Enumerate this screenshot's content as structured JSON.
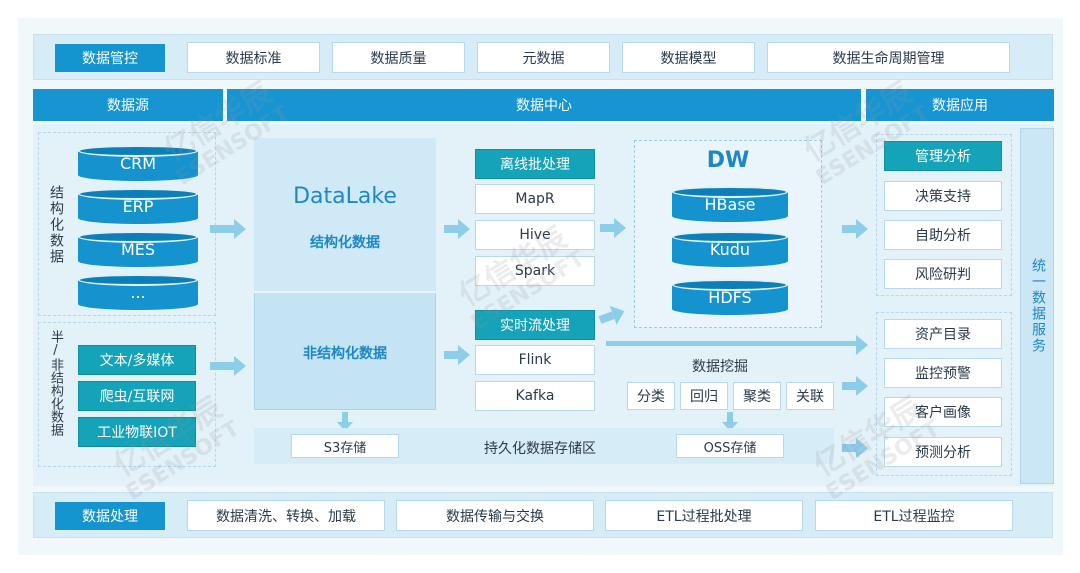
{
  "governance": {
    "tag": "数据管控",
    "items": [
      "数据标准",
      "数据质量",
      "元数据",
      "数据模型",
      "数据生命周期管理"
    ]
  },
  "headers": {
    "source": "数据源",
    "center": "数据中心",
    "app": "数据应用"
  },
  "sources": {
    "structured_label": "结构化数据",
    "structured_items": [
      "CRM",
      "ERP",
      "MES",
      "..."
    ],
    "semi_label": "半/非结构化数据",
    "semi_items": [
      "文本/多媒体",
      "爬虫/互联网",
      "工业物联IOT"
    ]
  },
  "datalake": {
    "title": "DataLake",
    "structured": "结构化数据",
    "unstructured": "非结构化数据"
  },
  "batch": {
    "title": "离线批处理",
    "items": [
      "MapR",
      "Hive",
      "Spark"
    ]
  },
  "stream": {
    "title": "实时流处理",
    "items": [
      "Flink",
      "Kafka"
    ]
  },
  "dw": {
    "title": "DW",
    "items": [
      "HBase",
      "Kudu",
      "HDFS"
    ]
  },
  "mining": {
    "title": "数据挖掘",
    "items": [
      "分类",
      "回归",
      "聚类",
      "关联"
    ]
  },
  "storage": {
    "s3": "S3存储",
    "label": "持久化数据存储区",
    "oss": "OSS存储"
  },
  "apps": {
    "header_item": "管理分析",
    "group1": [
      "决策支持",
      "自助分析",
      "风险研判"
    ],
    "group2": [
      "资产目录",
      "监控预警",
      "客户画像",
      "预测分析"
    ]
  },
  "unified_service": "统一数据服务",
  "processing": {
    "tag": "数据处理",
    "items": [
      "数据清洗、转换、加载",
      "数据传输与交换",
      "ETL过程批处理",
      "ETL过程监控"
    ]
  },
  "watermark": {
    "line1": "亿信华辰",
    "line2": "ESENSOFT"
  },
  "colors": {
    "primary": "#1595cf",
    "teal": "#14a3b9",
    "panel": "#e3f1f9",
    "arrow": "#8ccde9"
  }
}
